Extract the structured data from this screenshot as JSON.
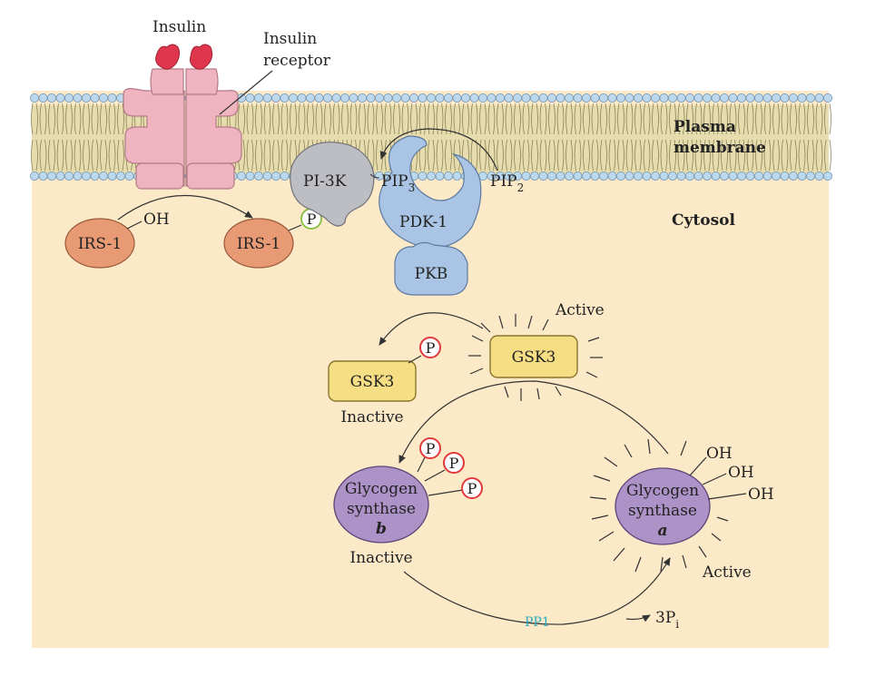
{
  "labels": {
    "insulin": "Insulin",
    "insulin_receptor_line1": "Insulin",
    "insulin_receptor_line2": "receptor",
    "plasma_membrane_line1": "Plasma",
    "plasma_membrane_line2": "membrane",
    "cytosol": "Cytosol"
  },
  "molecules": {
    "irs1_left": "IRS-1",
    "irs1_left_oh": "OH",
    "irs1_right": "IRS-1",
    "p_symbol": "P",
    "pi3k": "PI-3K",
    "pip3_base": "PIP",
    "pip3_sub": "3",
    "pip2_base": "PIP",
    "pip2_sub": "2",
    "pdk1": "PDK-1",
    "pkb": "PKB",
    "gsk3_active": "GSK3",
    "gsk3_active_state": "Active",
    "gsk3_inactive": "GSK3",
    "gsk3_inactive_state": "Inactive",
    "gs_b_line1": "Glycogen",
    "gs_b_line2": "synthase",
    "gs_b_line3": "b",
    "gs_b_state": "Inactive",
    "gs_a_line1": "Glycogen",
    "gs_a_line2": "synthase",
    "gs_a_line3": "a",
    "gs_a_state": "Active",
    "oh": "OH",
    "pp1": "PP1",
    "pi_base": "3P",
    "pi_sub": "i"
  },
  "colors": {
    "cytosol": "#fbe9c8",
    "membrane_bead": "#bcd8ec",
    "membrane_tail": "#d8cfa0",
    "receptor": "#efb4c0",
    "insulin": "#e0364d",
    "irs1": "#e89a74",
    "pi3k": "#bdbdc4",
    "pdk1_pkb": "#a9c4e4",
    "gsk3": "#f6de84",
    "glycogen_synthase": "#ad92c8",
    "phosphate_ring": "#e23a3a",
    "phosphate_ring_green": "#8cc04a",
    "pp1_text": "#2eaac0"
  }
}
